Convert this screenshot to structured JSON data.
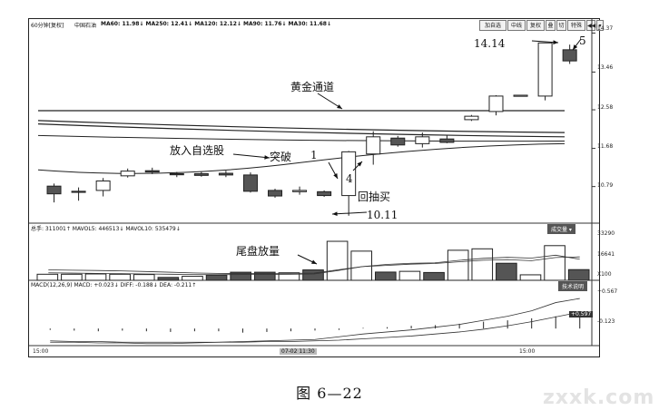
{
  "header": {
    "period": "60分钟[复权]",
    "stock_name": "中国石油",
    "ma_legend": "MA60: 11.98↓  MA250: 12.41↓  MA120: 12.12↓  MA90: 11.76↓  MA30: 11.68↓"
  },
  "toolbar": {
    "add_watchlist": "加自选",
    "zhongjian": "中线",
    "restore": "复权",
    "btn_a": "叠",
    "btn_b": "切",
    "special": "特殊",
    "back": "◀◀",
    "more": "▾"
  },
  "price_axis": [
    "14.37",
    "13.46",
    "12.58",
    "11.68",
    "10.79"
  ],
  "volume_header": "总手: 311001↑  MAVOL5: 446513↓  MAVOL10: 535479↓",
  "volume_tag": "成交量 ▾",
  "volume_axis": [
    "33290",
    "16641",
    "X100"
  ],
  "macd_header": "MACD(12,26,9) MACD: +0.023↓  DIFF: -0.188↓  DEA: -0.211↑",
  "macd_tag": "技术说明",
  "macd_axis": [
    "+0.567",
    "+0.597",
    "-0.123"
  ],
  "time_axis": [
    "15:00",
    "07-02 11:30",
    "15:00"
  ],
  "annotations": {
    "channel": "黄金通道",
    "add_watch": "放入自选股",
    "breakout": "突破",
    "num1": "1",
    "num4": "4",
    "pullback": "回抽买",
    "low": "10.11",
    "high": "14.14",
    "num5": "5",
    "tail_volume": "尾盘放量"
  },
  "chart_data": {
    "type": "candlestick",
    "price_range": [
      10.0,
      14.4
    ],
    "ma_lines_at_left_and_right": [
      [
        12.56,
        12.56
      ],
      [
        12.33,
        12.05
      ],
      [
        12.25,
        11.95
      ],
      [
        11.98,
        11.85
      ],
      [
        11.18,
        11.79
      ]
    ],
    "candles": [
      {
        "o": 10.8,
        "c": 10.62,
        "h": 10.86,
        "l": 10.42
      },
      {
        "o": 10.68,
        "c": 10.66,
        "h": 10.77,
        "l": 10.46
      },
      {
        "o": 10.7,
        "c": 10.92,
        "h": 10.99,
        "l": 10.56
      },
      {
        "o": 11.04,
        "c": 11.15,
        "h": 11.21,
        "l": 11.0
      },
      {
        "o": 11.16,
        "c": 11.13,
        "h": 11.23,
        "l": 11.08
      },
      {
        "o": 11.09,
        "c": 11.08,
        "h": 11.13,
        "l": 11.01
      },
      {
        "o": 11.09,
        "c": 11.05,
        "h": 11.13,
        "l": 11.02
      },
      {
        "o": 11.1,
        "c": 11.06,
        "h": 11.16,
        "l": 11.01
      },
      {
        "o": 11.06,
        "c": 10.68,
        "h": 11.12,
        "l": 10.65
      },
      {
        "o": 10.7,
        "c": 10.57,
        "h": 10.74,
        "l": 10.53
      },
      {
        "o": 10.67,
        "c": 10.7,
        "h": 10.79,
        "l": 10.6
      },
      {
        "o": 10.67,
        "c": 10.58,
        "h": 10.7,
        "l": 10.55
      },
      {
        "o": 10.58,
        "c": 11.6,
        "h": 11.62,
        "l": 10.11
      },
      {
        "o": 11.55,
        "c": 11.95,
        "h": 12.08,
        "l": 11.3
      },
      {
        "o": 11.92,
        "c": 11.76,
        "h": 11.97,
        "l": 11.72
      },
      {
        "o": 11.79,
        "c": 11.95,
        "h": 12.05,
        "l": 11.7
      },
      {
        "o": 11.9,
        "c": 11.82,
        "h": 11.98,
        "l": 11.8
      },
      {
        "o": 12.35,
        "c": 12.43,
        "h": 12.46,
        "l": 12.32
      },
      {
        "o": 12.54,
        "c": 12.9,
        "h": 12.92,
        "l": 12.45
      },
      {
        "o": 12.9,
        "c": 12.92,
        "h": 12.93,
        "l": 12.89
      },
      {
        "o": 12.9,
        "c": 14.14,
        "h": 14.14,
        "l": 12.8
      },
      {
        "o": 13.98,
        "c": 13.72,
        "h": 14.1,
        "l": 13.65
      }
    ],
    "volume_range": [
      0,
      33290
    ],
    "volume": [
      {
        "v": 4200,
        "up": true
      },
      {
        "v": 4200,
        "up": true
      },
      {
        "v": 4400,
        "up": true
      },
      {
        "v": 4200,
        "up": true
      },
      {
        "v": 4000,
        "up": true
      },
      {
        "v": 2000,
        "up": false
      },
      {
        "v": 2800,
        "up": true
      },
      {
        "v": 3600,
        "up": false
      },
      {
        "v": 5600,
        "up": false
      },
      {
        "v": 5600,
        "up": false
      },
      {
        "v": 5200,
        "up": true
      },
      {
        "v": 7200,
        "up": false
      },
      {
        "v": 27000,
        "up": true
      },
      {
        "v": 20200,
        "up": true
      },
      {
        "v": 5700,
        "up": false
      },
      {
        "v": 6200,
        "up": true
      },
      {
        "v": 5400,
        "up": false
      },
      {
        "v": 20800,
        "up": true
      },
      {
        "v": 21800,
        "up": true
      },
      {
        "v": 11800,
        "up": false
      },
      {
        "v": 3800,
        "up": true
      },
      {
        "v": 24000,
        "up": true
      },
      {
        "v": 7400,
        "up": false
      }
    ],
    "volume_ma": [
      [
        7200,
        7000,
        6800,
        6500,
        6100,
        5600,
        5100,
        4800,
        4600,
        4700,
        4800,
        5000,
        7300,
        9500,
        10300,
        11200,
        11600,
        12800,
        13900,
        14300,
        13600,
        15800,
        16200
      ],
      [
        5200,
        5000,
        4800,
        4600,
        4400,
        4200,
        4000,
        3900,
        4000,
        4100,
        4200,
        4400,
        6800,
        9500,
        11000,
        11800,
        12100,
        13800,
        15200,
        15900,
        15400,
        17400,
        14600
      ]
    ],
    "macd_range": [
      -0.25,
      0.6
    ],
    "macd_bars": [
      -0.02,
      -0.03,
      -0.04,
      -0.03,
      -0.04,
      -0.05,
      -0.04,
      -0.04,
      -0.06,
      -0.05,
      -0.04,
      -0.03,
      -0.02,
      0.01,
      0.02,
      0.04,
      0.05,
      0.07,
      0.1,
      0.12,
      0.15,
      0.18,
      0.2
    ],
    "diff": [
      -0.2,
      -0.2,
      -0.21,
      -0.21,
      -0.22,
      -0.22,
      -0.21,
      -0.2,
      -0.19,
      -0.18,
      -0.17,
      -0.16,
      -0.12,
      -0.08,
      -0.05,
      -0.02,
      0.02,
      0.06,
      0.12,
      0.18,
      0.26,
      0.38,
      0.44
    ],
    "dea": [
      -0.18,
      -0.19,
      -0.19,
      -0.2,
      -0.2,
      -0.2,
      -0.2,
      -0.2,
      -0.2,
      -0.19,
      -0.19,
      -0.18,
      -0.17,
      -0.15,
      -0.13,
      -0.11,
      -0.08,
      -0.05,
      -0.01,
      0.04,
      0.1,
      0.17,
      0.24
    ]
  },
  "caption": "图 6—22",
  "watermark": "zxxk.com"
}
